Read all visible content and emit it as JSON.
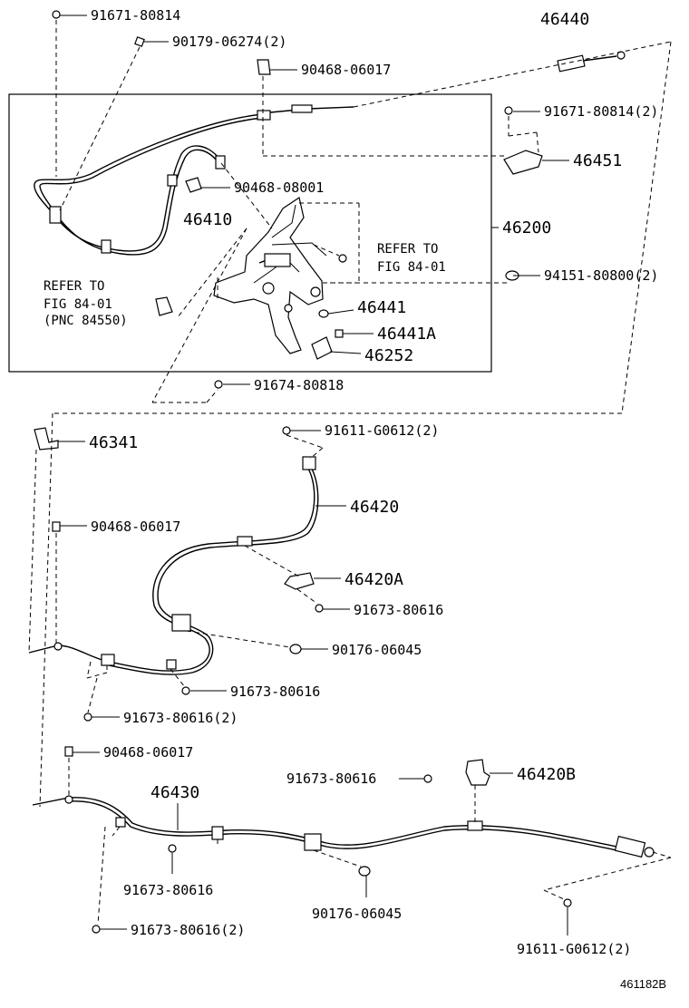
{
  "figure_code": "461182B",
  "callouts": {
    "c01": "91671-80814",
    "c02": "90179-06274(2)",
    "c03": "46440",
    "c04": "90468-06017",
    "c05": "91671-80814(2)",
    "c06": "46451",
    "c07": "90468-08001",
    "c08": "46410",
    "c09": "46200",
    "c10": "94151-80800(2)",
    "c11": "46441",
    "c12": "46441A",
    "c13": "46252",
    "c14": "91674-80818",
    "c15": "46341",
    "c16": "91611-G0612(2)",
    "c17": "46420",
    "c18": "90468-06017",
    "c19": "46420A",
    "c20": "91673-80616",
    "c21": "90176-06045",
    "c22": "91673-80616",
    "c23": "91673-80616(2)",
    "c24": "90468-06017",
    "c25": "46420B",
    "c26": "91673-80616",
    "c27": "46430",
    "c28": "91673-80616",
    "c29": "90176-06045",
    "c30": "91673-80616(2)",
    "c31": "91611-G0612(2)"
  },
  "refs": {
    "r1_line1": "REFER TO",
    "r1_line2": "FIG 84-01",
    "r2_line1": "REFER TO",
    "r2_line2": "FIG 84-01",
    "r2_line3": "(PNC 84550)"
  }
}
